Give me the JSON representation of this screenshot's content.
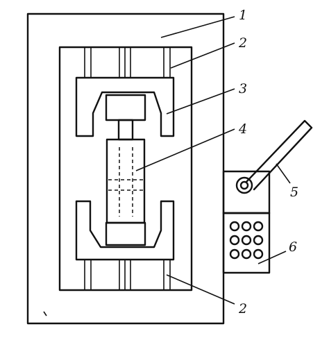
{
  "figure": {
    "callouts": [
      {
        "id": "frame",
        "number": "1"
      },
      {
        "id": "guide-top",
        "number": "2"
      },
      {
        "id": "grip",
        "number": "3"
      },
      {
        "id": "specimen",
        "number": "4"
      },
      {
        "id": "lever",
        "number": "5"
      },
      {
        "id": "control-panel",
        "number": "6"
      },
      {
        "id": "guide-bottom",
        "number": "2"
      }
    ],
    "control_panel_buttons": 9,
    "line_color": "#111111",
    "background": "#ffffff"
  }
}
